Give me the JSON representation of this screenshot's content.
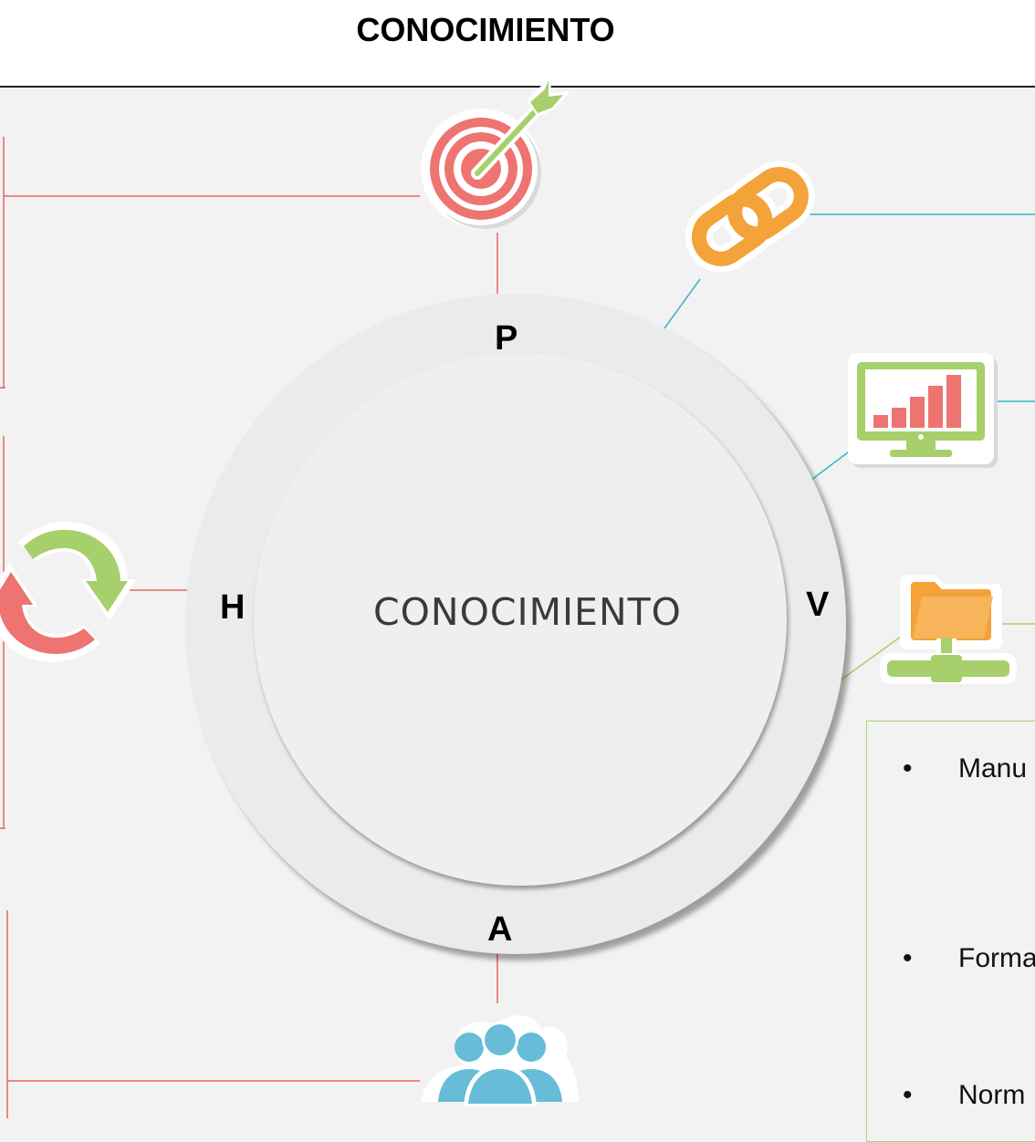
{
  "header": {
    "title": "CONOCIMIENTO"
  },
  "diagram": {
    "center_label": "CONOCIMIENTO",
    "ring_letters": {
      "top": "P",
      "right": "V",
      "bottom": "A",
      "left": "H"
    },
    "icons": {
      "top": "target-dart-icon",
      "upper_right": "chain-link-icon",
      "right_upper": "monitor-bar-chart-icon",
      "right_lower": "network-folder-icon",
      "left": "refresh-arrows-icon",
      "bottom": "users-group-icon"
    }
  },
  "info_box": {
    "bullets": [
      "Manu",
      "Forma",
      "Norm"
    ]
  },
  "colors": {
    "coral": "#ed7470",
    "orange": "#f4a23a",
    "green": "#a7cf6b",
    "teal": "#31b7c4",
    "blue": "#67bcd8",
    "connector_red": "#e46464"
  }
}
